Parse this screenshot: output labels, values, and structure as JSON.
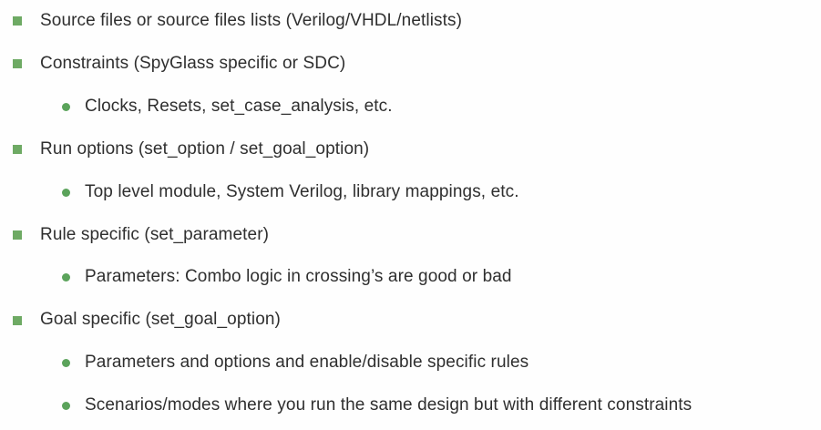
{
  "slide": {
    "colors": {
      "background": "#fefefe",
      "text": "#2f2f2f",
      "square_bullet": "#6eaa64",
      "dot_bullet": "#5ba35b"
    },
    "items": [
      {
        "level": 1,
        "text": "Source files or source files lists (Verilog/VHDL/netlists)"
      },
      {
        "level": 1,
        "text": "Constraints (SpyGlass specific or SDC)"
      },
      {
        "level": 2,
        "text": "Clocks, Resets, set_case_analysis, etc."
      },
      {
        "level": 1,
        "text": "Run options (set_option / set_goal_option)"
      },
      {
        "level": 2,
        "text": "Top level module, System Verilog, library mappings, etc."
      },
      {
        "level": 1,
        "text": "Rule specific (set_parameter)"
      },
      {
        "level": 2,
        "text": "Parameters: Combo logic in crossing’s are good or bad"
      },
      {
        "level": 1,
        "text": "Goal specific (set_goal_option)"
      },
      {
        "level": 2,
        "text": "Parameters and options and enable/disable specific rules"
      },
      {
        "level": 2,
        "text": "Scenarios/modes where you run the same design but with different constraints"
      }
    ]
  }
}
